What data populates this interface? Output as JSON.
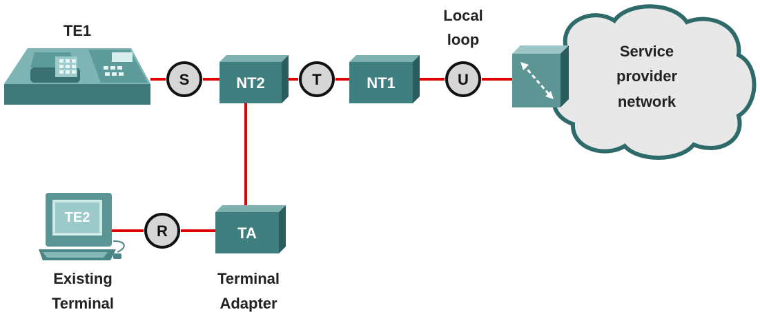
{
  "colors": {
    "link": "#e00000",
    "device_front": "#3f7f7f",
    "device_top": "#7fb0b0",
    "device_side": "#2a5e5e",
    "cloud_fill": "#e8e8e8",
    "cloud_stroke": "#2f6a6a",
    "ref_point_fill": "#d6d6d6"
  },
  "labels": {
    "te1": "TE1",
    "local_loop_line1": "Local",
    "local_loop_line2": "loop",
    "cloud_line1": "Service",
    "cloud_line2": "provider",
    "cloud_line3": "network",
    "existing_terminal_line1": "Existing",
    "existing_terminal_line2": "Terminal",
    "terminal_adapter_line1": "Terminal",
    "terminal_adapter_line2": "Adapter",
    "te2_screen": "TE2"
  },
  "devices": {
    "nt2": "NT2",
    "nt1": "NT1",
    "ta": "TA"
  },
  "reference_points": {
    "s": "S",
    "t": "T",
    "u": "U",
    "r": "R"
  },
  "icons": {
    "te1": "isdn-telephone-icon",
    "te2": "computer-terminal-icon",
    "switch": "switch-icon",
    "cloud": "cloud-icon"
  }
}
